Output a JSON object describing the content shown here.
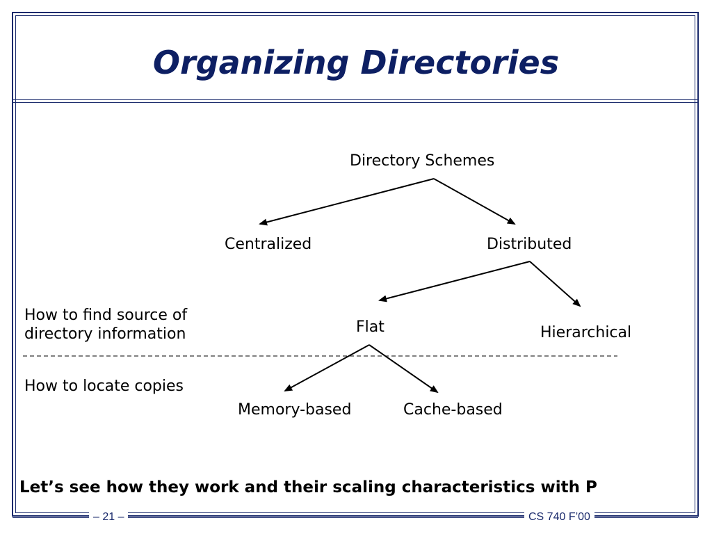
{
  "slide": {
    "title": "Organizing Directories",
    "page_number": "– 21 –",
    "course": "CS 740 F’00"
  },
  "diagram": {
    "root": "Directory  Schemes",
    "level1": {
      "left": "Centralized",
      "right": "Distributed"
    },
    "level2": {
      "left": "Flat",
      "right": "Hierarchical"
    },
    "level3": {
      "left": "Memory-based",
      "right": "Cache-based"
    },
    "side_labels": {
      "source_line1": "How to find source of",
      "source_line2": "directory information",
      "copies": "How to locate copies"
    }
  },
  "summary": "Let’s see how they work and their scaling characteristics with P",
  "colors": {
    "accent": "#0d1f63",
    "frame": "#1a2a6c",
    "text": "#000000",
    "background": "#ffffff"
  }
}
